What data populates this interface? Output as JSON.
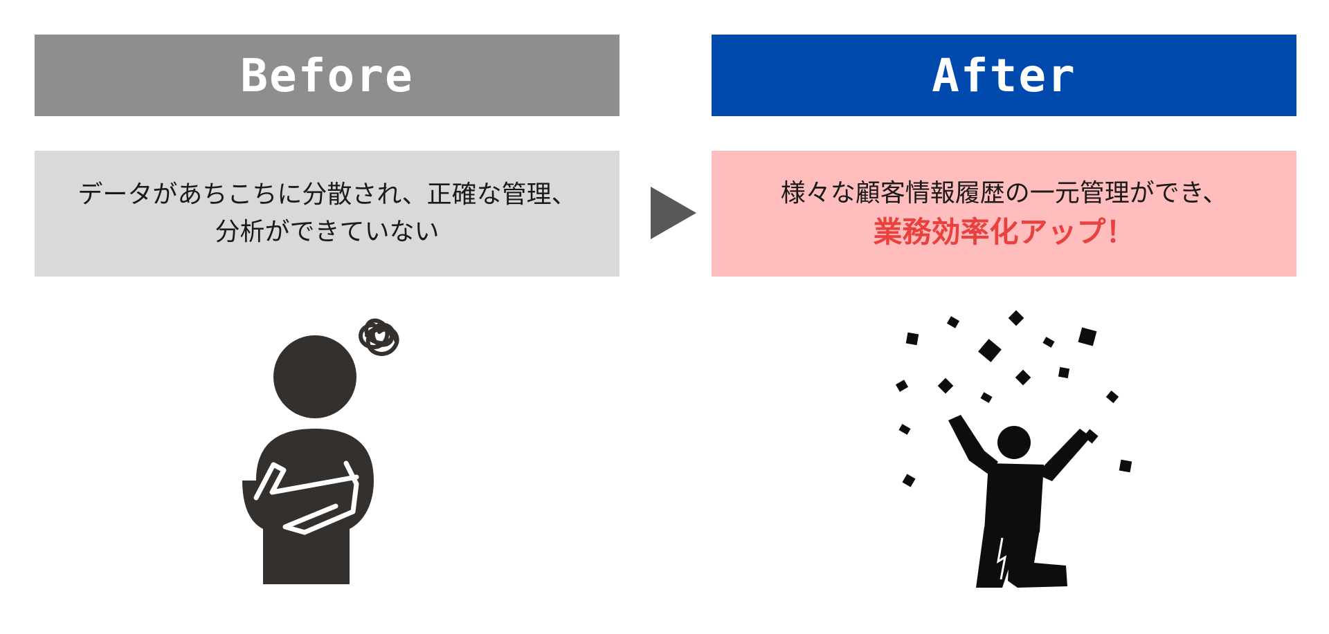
{
  "before": {
    "header": "Before",
    "lines": [
      "データがあちこちに分散され、正確な管理、",
      "分析ができていない"
    ],
    "header_color": "#8e8e8e",
    "box_color": "#d9d9d9"
  },
  "after": {
    "header": "After",
    "lines": [
      "様々な顧客情報履歴の一元管理ができ、"
    ],
    "highlight": "業務効率化アップ！",
    "header_color": "#004aad",
    "box_color": "#ffbdbd",
    "highlight_color": "#e8413e"
  },
  "arrow": {
    "icon": "play-arrow-icon",
    "color": "#595757"
  },
  "icons": {
    "before_figure": "confused-person-arms-crossed-icon",
    "after_figure": "celebrating-person-confetti-icon"
  }
}
